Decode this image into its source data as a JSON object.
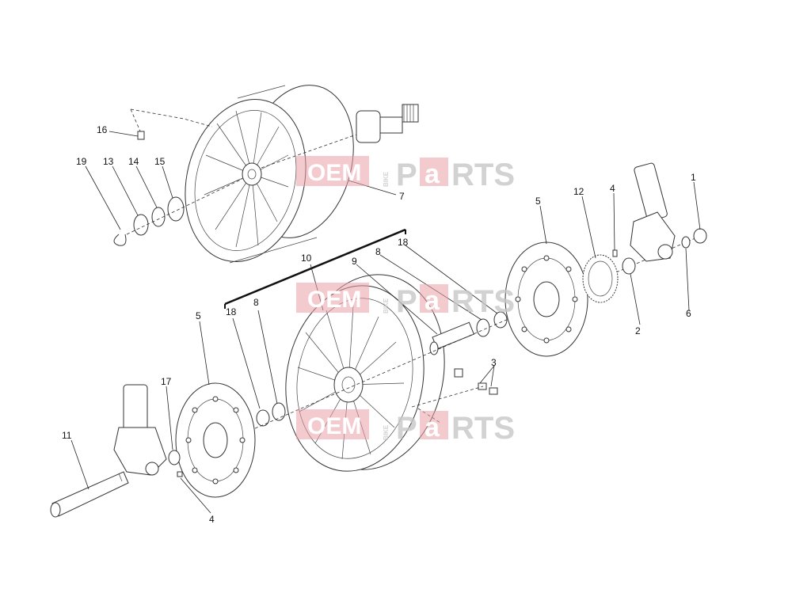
{
  "diagram": {
    "labels": [
      {
        "id": "lbl-16",
        "text": "16"
      },
      {
        "id": "lbl-19",
        "text": "19"
      },
      {
        "id": "lbl-13",
        "text": "13"
      },
      {
        "id": "lbl-14",
        "text": "14"
      },
      {
        "id": "lbl-15",
        "text": "15"
      },
      {
        "id": "lbl-7",
        "text": "7"
      },
      {
        "id": "lbl-10",
        "text": "10"
      },
      {
        "id": "lbl-9",
        "text": "9"
      },
      {
        "id": "lbl-8-top",
        "text": "8"
      },
      {
        "id": "lbl-18-top",
        "text": "18"
      },
      {
        "id": "lbl-5-right",
        "text": "5"
      },
      {
        "id": "lbl-12",
        "text": "12"
      },
      {
        "id": "lbl-4-top",
        "text": "4"
      },
      {
        "id": "lbl-1",
        "text": "1"
      },
      {
        "id": "lbl-2",
        "text": "2"
      },
      {
        "id": "lbl-6",
        "text": "6"
      },
      {
        "id": "lbl-3",
        "text": "3"
      },
      {
        "id": "lbl-5-left",
        "text": "5"
      },
      {
        "id": "lbl-18-left",
        "text": "18"
      },
      {
        "id": "lbl-8-left",
        "text": "8"
      },
      {
        "id": "lbl-17",
        "text": "17"
      },
      {
        "id": "lbl-11",
        "text": "11"
      },
      {
        "id": "lbl-4-bottom",
        "text": "4"
      }
    ],
    "watermark": {
      "oem": "OEM",
      "bike": "BIKE",
      "p": "P",
      "a": "a",
      "rts": "RTS"
    }
  },
  "colors": {
    "watermark_pink": "#e9a0a5",
    "watermark_gray": "#c7c7c7",
    "line": "#222222"
  }
}
